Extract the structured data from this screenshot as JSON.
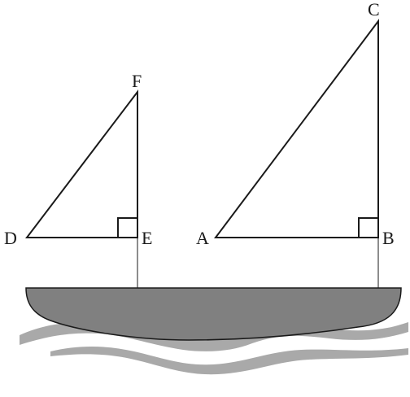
{
  "diagram": {
    "labels": {
      "A": "A",
      "B": "B",
      "C": "C",
      "D": "D",
      "E": "E",
      "F": "F"
    },
    "right_angles": [
      "E",
      "B"
    ],
    "colors": {
      "line": "#1a1a1a",
      "hull": "#808080",
      "wave": "#a9a9a9",
      "background": "#ffffff"
    },
    "icons": [
      "sailboat-hull",
      "water-waves"
    ]
  }
}
